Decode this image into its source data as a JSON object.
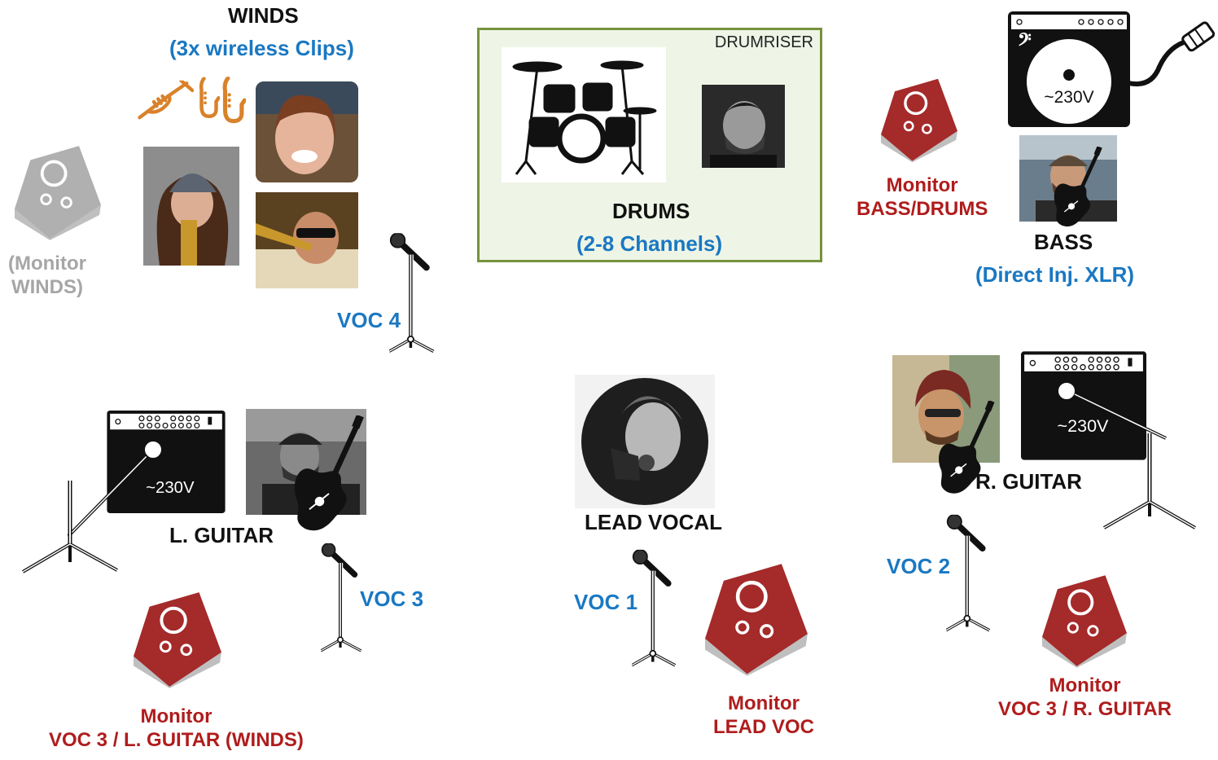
{
  "winds": {
    "title": "WINDS",
    "subtitle": "(3x wireless Clips)"
  },
  "monitor_winds": {
    "line1": "(Monitor",
    "line2": "WINDS)"
  },
  "drumriser": {
    "label": "DRUMRISER",
    "title": "DRUMS",
    "subtitle": "(2-8 Channels)"
  },
  "bass": {
    "title": "BASS",
    "subtitle": "(Direct Inj. XLR)",
    "amp_voltage": "~230V"
  },
  "monitor_bass": {
    "line1": "Monitor",
    "line2": "BASS/DRUMS"
  },
  "voc4": {
    "label": "VOC 4"
  },
  "l_guitar": {
    "title": "L. GUITAR",
    "amp_voltage": "~230V"
  },
  "voc3": {
    "label": "VOC 3"
  },
  "monitor_lguitar": {
    "line1": "Monitor",
    "line2": "VOC 3 / L. GUITAR (WINDS)"
  },
  "lead_vocal": {
    "title": "LEAD VOCAL"
  },
  "voc1": {
    "label": "VOC 1"
  },
  "monitor_lead": {
    "line1": "Monitor",
    "line2": "LEAD VOC"
  },
  "r_guitar": {
    "title": "R. GUITAR",
    "amp_voltage": "~230V"
  },
  "voc2": {
    "label": "VOC 2"
  },
  "monitor_rguitar": {
    "line1": "Monitor",
    "line2": "VOC 3 / R. GUITAR"
  },
  "colors": {
    "monitor_red": "#a52a2a",
    "monitor_grey": "#b0b0b0",
    "label_blue": "#1a78c2",
    "label_red": "#b01c1c",
    "riser_border": "#76923c",
    "brass": "#d9822b"
  }
}
